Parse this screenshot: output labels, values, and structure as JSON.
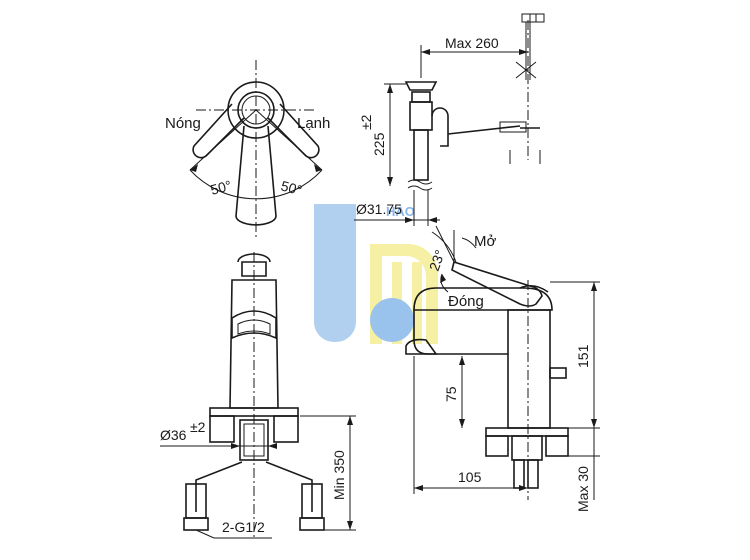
{
  "labels": {
    "hot": "Nóng",
    "cold": "Lạnh",
    "open": "Mở",
    "closed": "Đóng"
  },
  "dimensions": {
    "angle_left": "50°",
    "angle_right": "50°",
    "handle_tilt": "23°",
    "max_reach": "Max 260",
    "drain_height": "225",
    "drain_height_tol": "±2",
    "drain_diameter": "Ø31.75",
    "hole_diameter": "Ø36",
    "hole_diameter_tol": "±2",
    "min_hose": "Min 350",
    "connection": "2-G1/2",
    "spout_height": "75",
    "total_height": "151",
    "spout_reach": "105",
    "max_deck": "Max 30"
  },
  "watermark": {
    "text": "HÀO",
    "colors": {
      "blue": "#a9cbef",
      "yellow": "#f4ef9a"
    }
  }
}
